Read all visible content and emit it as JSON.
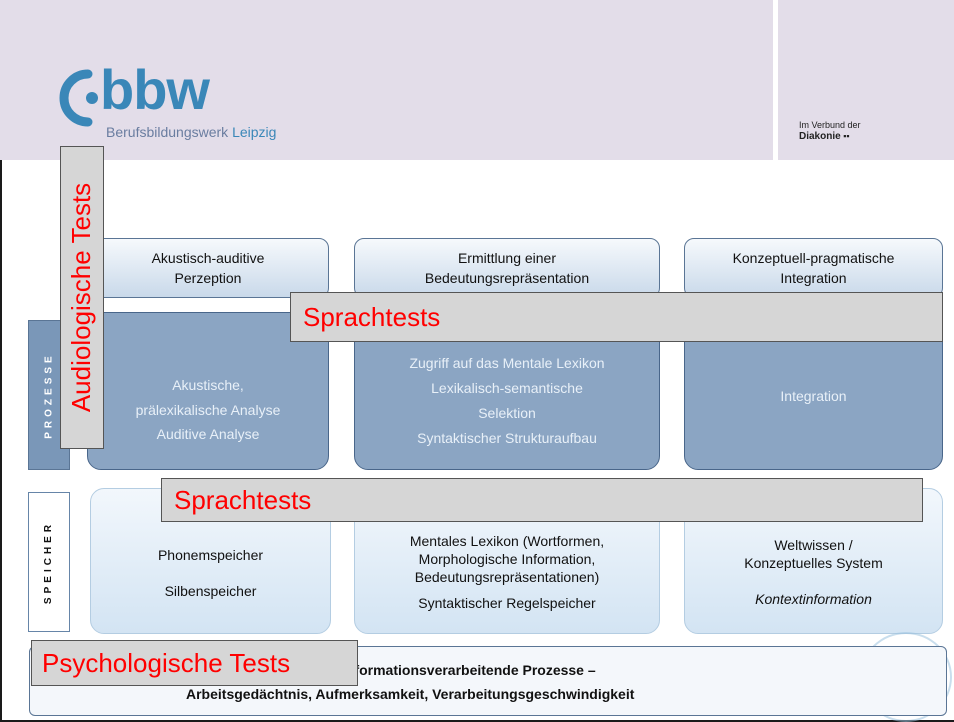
{
  "header": {
    "logo_name": "bbw",
    "logo_sub_prefix": "Berufsbildungswerk ",
    "logo_sub_accent": "Leipzig",
    "verbund_line1": "Im Verbund der",
    "verbund_line2": "Diakonie"
  },
  "rows": {
    "prozesse_label": "PROZESSE",
    "speicher_label": "SPEICHER"
  },
  "top_boxes": [
    {
      "line1": "Akustisch-auditive",
      "line2": "Perzeption"
    },
    {
      "line1": "Ermittlung einer",
      "line2": "Bedeutungsrepräsentation"
    },
    {
      "line1": "Konzeptuell-pragmatische",
      "line2": "Integration"
    }
  ],
  "process_boxes": {
    "left": [
      "Akustische,",
      "prälexikalische Analyse",
      "Auditive Analyse"
    ],
    "middle": [
      "Zugriff auf das Mentale Lexikon",
      "Lexikalisch-semantische",
      "Selektion",
      "Syntaktischer Strukturaufbau"
    ],
    "right": [
      "Integration"
    ]
  },
  "store_boxes": {
    "left": [
      "Phonemspeicher",
      "Silbenspeicher"
    ],
    "middle": [
      "Mentales Lexikon (Wortformen,",
      "Morphologische Information,",
      "Bedeutungsrepräsentationen)",
      "Syntaktischer Regelspeicher"
    ],
    "right": [
      "Weltwissen /",
      "Konzeptuelles System",
      "Kontextinformation"
    ]
  },
  "overlays": {
    "audiologische": "Audiologische Tests",
    "sprachtests_1": "Sprachtests",
    "sprachtests_2": "Sprachtests",
    "psychologische": "Psychologische Tests"
  },
  "bottom": {
    "line1": "informationsverarbeitende Prozesse –",
    "line2": "Arbeitsgedächtnis, Aufmerksamkeit, Verarbeitungsgeschwindigkeit"
  },
  "colors": {
    "accent": "#3a87b8",
    "overlay_text": "#ff0000",
    "process_fill": "#8ba5c3",
    "header_band": "#e3dde9"
  }
}
